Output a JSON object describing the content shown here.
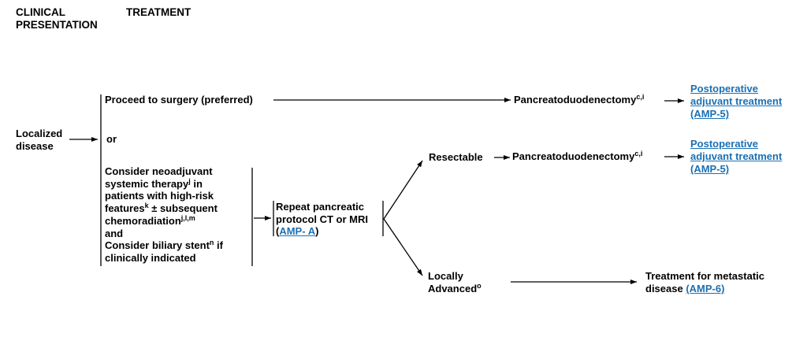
{
  "headers": {
    "clinical_line1": "CLINICAL",
    "clinical_line2": "PRESENTATION",
    "treatment": "TREATMENT"
  },
  "presentation": {
    "line1": "Localized",
    "line2": "disease"
  },
  "options": {
    "surgery": "Proceed to surgery (preferred)",
    "or": "or",
    "neoadjuvant": {
      "l1": "Consider neoadjuvant",
      "l2a": "systemic therapy",
      "l2sup": "j",
      "l2b": " in",
      "l3": "patients with high-risk",
      "l4a": "features",
      "l4sup": "k",
      "l4b": " ± subsequent",
      "l5a": "chemoradiation",
      "l5sup": "j,l,m",
      "l6": "and",
      "l7a": "Consider biliary stent",
      "l7sup": "n",
      "l7b": " if",
      "l8": "clinically indicated"
    }
  },
  "repeat_imaging": {
    "l1": "Repeat pancreatic",
    "l2": "protocol CT or MRI",
    "l3_open": "(",
    "link": "AMP- A",
    "l3_close": ")"
  },
  "procedure": {
    "label": "Pancreatoduodenectomy",
    "sup": "c,i"
  },
  "postop_link": {
    "l1": "Postoperative",
    "l2": "adjuvant treatment",
    "l3": "(AMP-5)"
  },
  "resectable": "Resectable",
  "locally_advanced": {
    "l1": "Locally",
    "l2": "Advanced",
    "sup": "o"
  },
  "metastatic": {
    "l1": "Treatment for metastatic",
    "l2": "disease ",
    "link": "(AMP-6)"
  },
  "colors": {
    "link": "#1b70b4",
    "text": "#000000"
  }
}
